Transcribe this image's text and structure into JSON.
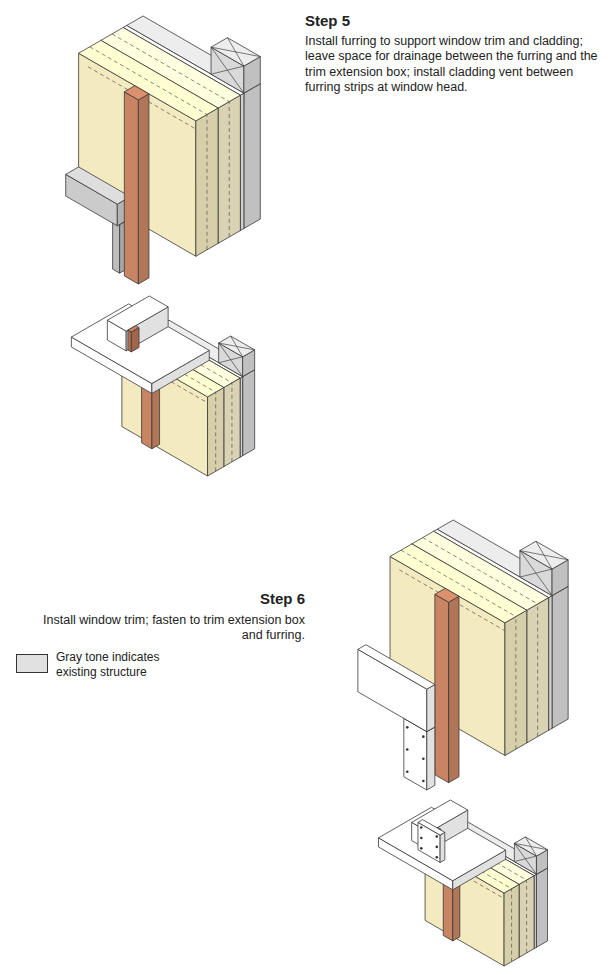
{
  "diagram": {
    "labels": [
      "Step 5",
      "Install furring to support window trim and cladding; leave space for drainage between the furring and the trim extension box; install cladding vent between furring strips at window head.",
      "Step 6",
      "Install window trim; fasten to trim extension box and furring."
    ],
    "legend": [
      {
        "text": "Gray tone indicates existing structure",
        "color": "#e1e1e1"
      }
    ]
  }
}
